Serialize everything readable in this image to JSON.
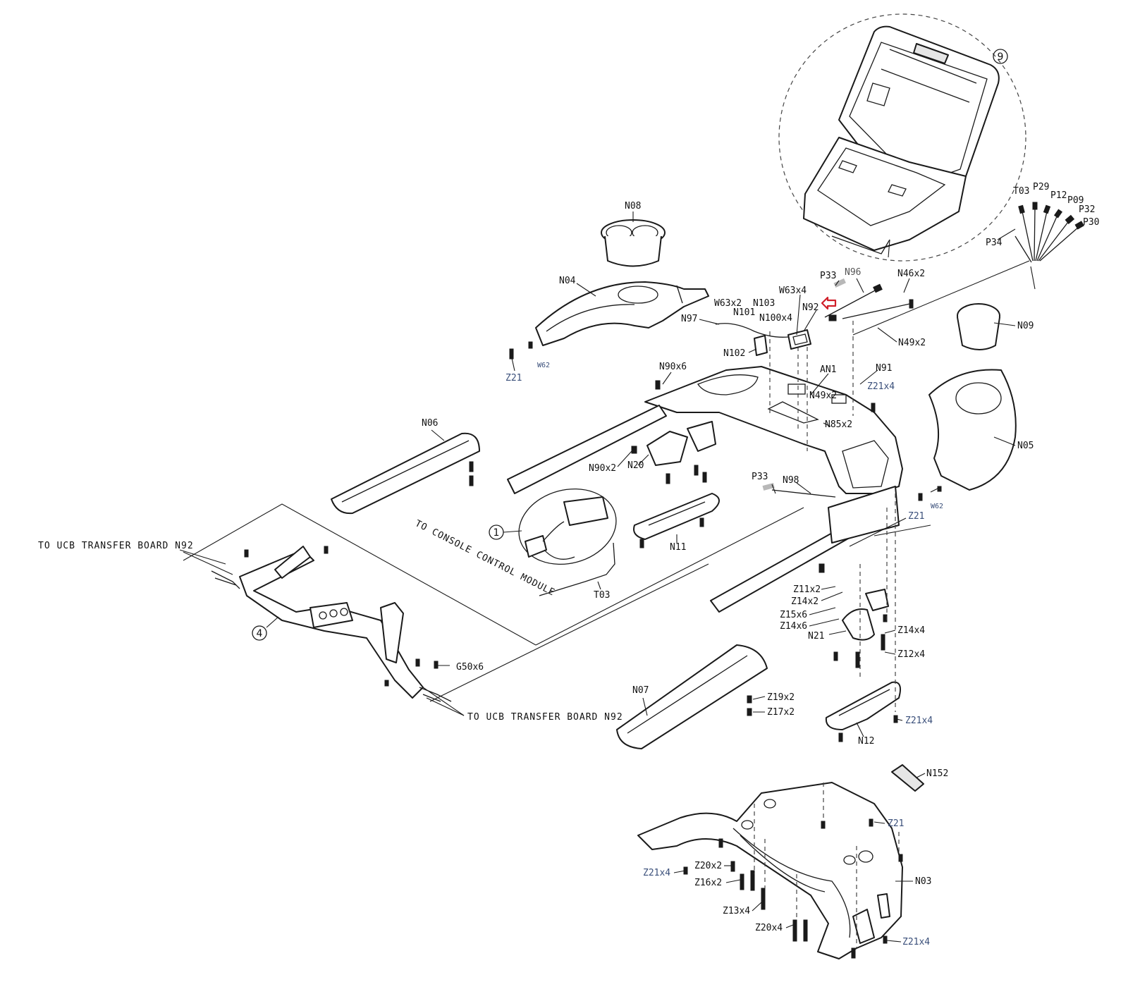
{
  "callouts": {
    "c1": "1",
    "c4": "4",
    "c9": "9"
  },
  "notes": {
    "console_control": "TO CONSOLE CONTROL MODULE",
    "ucb_top": "TO UCB TRANSFER BOARD N92",
    "ucb_bottom": "TO UCB TRANSFER BOARD N92"
  },
  "labels": {
    "N08": "N08",
    "N04": "N04",
    "W62_left": "W62",
    "Z21_left": "Z21",
    "N90x6": "N90x6",
    "N06": "N06",
    "N90x2": "N90x2",
    "N20": "N20",
    "N11": "N11",
    "P33_mid": "P33",
    "N98": "N98",
    "T03_mid": "T03",
    "N97": "N97",
    "W63x2": "W63x2",
    "N101": "N101",
    "N103": "N103",
    "N100x4": "N100x4",
    "N102": "N102",
    "W63x4": "W63x4",
    "N92": "N92",
    "P33_top": "P33",
    "N96": "N96",
    "N46x2": "N46x2",
    "N49x2_right": "N49x2",
    "AN1": "AN1",
    "N91": "N91",
    "N49x2_mid": "N49x2",
    "N85x2": "N85x2",
    "Z21x4_mid": "Z21x4",
    "N09": "N09",
    "N05": "N05",
    "W62_right": "W62",
    "Z21_right": "Z21",
    "T03_top": "T03",
    "P29": "P29",
    "P12": "P12",
    "P09": "P09",
    "P32": "P32",
    "P30": "P30",
    "P34": "P34",
    "G50x6": "G50x6",
    "Z11x2": "Z11x2",
    "Z14x2": "Z14x2",
    "Z15x6": "Z15x6",
    "Z14x6": "Z14x6",
    "N21": "N21",
    "Z14x4": "Z14x4",
    "Z12x4": "Z12x4",
    "N07": "N07",
    "Z19x2": "Z19x2",
    "Z17x2": "Z17x2",
    "N12": "N12",
    "Z21x4_n12": "Z21x4",
    "N152": "N152",
    "Z21_bottom": "Z21",
    "N03": "N03",
    "Z21x4_bl": "Z21x4",
    "Z20x2": "Z20x2",
    "Z16x2": "Z16x2",
    "Z13x4": "Z13x4",
    "Z20x4": "Z20x4",
    "Z21x4_br": "Z21x4"
  },
  "colors": {
    "line": "#1a1a1a",
    "accent_arrow": "#d0202a",
    "blue_label": "#3a4f7a",
    "grey_connector": "#b8b8b8"
  }
}
